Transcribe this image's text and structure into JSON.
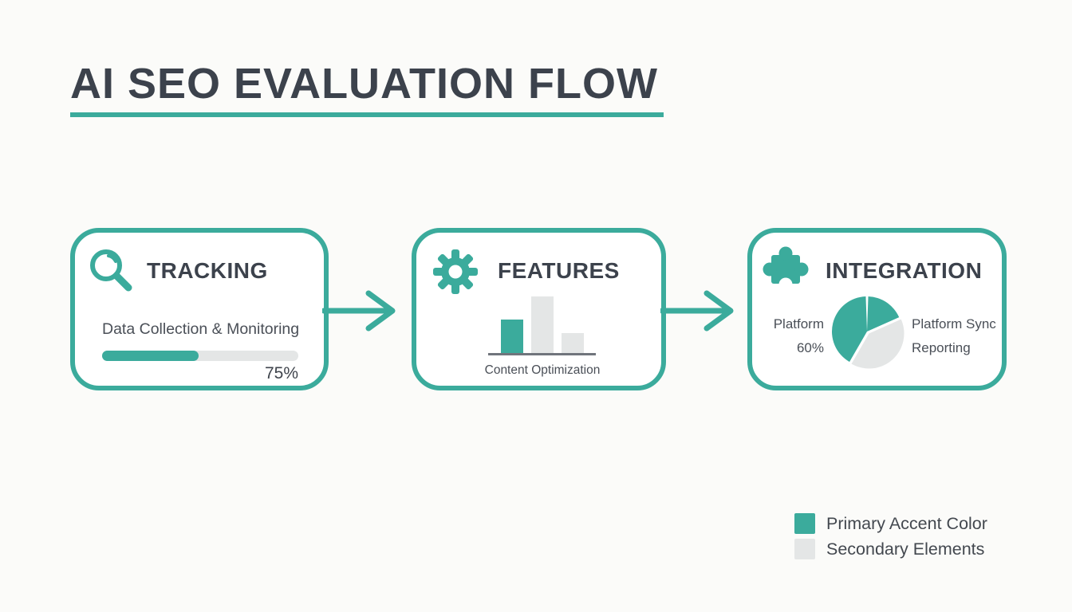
{
  "page": {
    "title": "AI SEO EVALUATION FLOW"
  },
  "colors": {
    "accent": "#3bab9c",
    "secondary": "#e4e6e6",
    "heading": "#3c424c",
    "body": "#4a4f57",
    "page_bg": "#fbfbf9"
  },
  "steps": [
    {
      "id": "tracking",
      "icon": "magnifier-icon",
      "title": "TRACKING",
      "subtitle": "Data Collection & Monitoring",
      "progress": {
        "label": "75%",
        "fill_percent": 49
      }
    },
    {
      "id": "features",
      "icon": "gear-icon",
      "title": "FEATURES",
      "caption": "Content Optimization",
      "chart": {
        "type": "bar",
        "bars": [
          {
            "height_pct": 59,
            "color": "accent"
          },
          {
            "height_pct": 100,
            "color": "secondary"
          },
          {
            "height_pct": 35,
            "color": "secondary"
          }
        ]
      }
    },
    {
      "id": "integration",
      "icon": "puzzle-icon",
      "title": "INTEGRATION",
      "left_label_line1": "Platform",
      "left_label_line2": "60%",
      "right_label_line1": "Platform Sync",
      "right_label_line2": "Reporting",
      "pie": {
        "type": "pie",
        "values": [
          60,
          40
        ],
        "accent_label": "60%"
      }
    }
  ],
  "legend": [
    {
      "color": "#3bab9c",
      "label": "Primary Accent Color"
    },
    {
      "color": "#e4e6e6",
      "label": "Secondary Elements"
    }
  ]
}
